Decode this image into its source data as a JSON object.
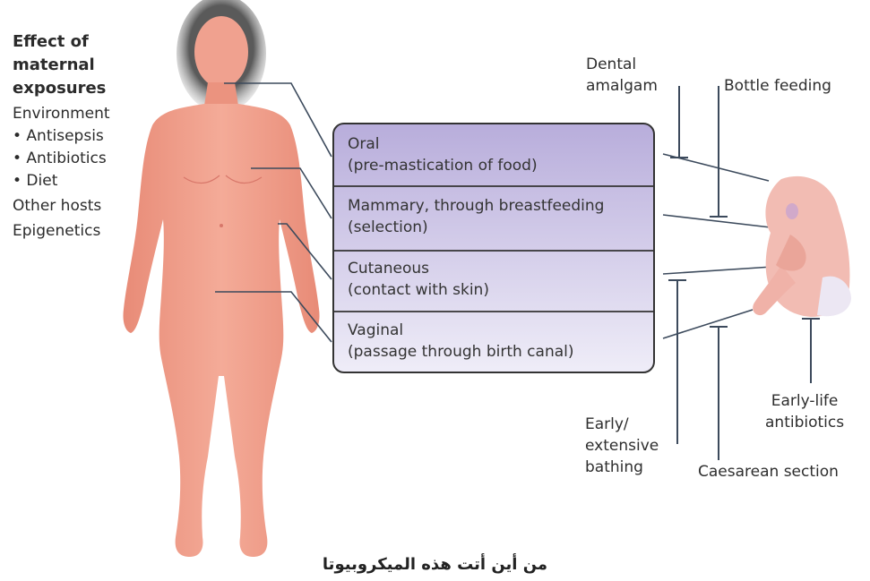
{
  "left_panel": {
    "title_lines": [
      "Effect of",
      "maternal",
      "exposures"
    ],
    "items": [
      "Environment",
      "• Antisepsis",
      "• Antibiotics",
      "• Diet",
      "Other hosts",
      "Epigenetics"
    ]
  },
  "routes": [
    {
      "name": "Oral",
      "detail": "(pre-mastication of food)"
    },
    {
      "name": "Mammary, through breastfeeding",
      "detail": "(selection)"
    },
    {
      "name": "Cutaneous",
      "detail": "(contact with skin)"
    },
    {
      "name": "Vaginal",
      "detail": "(passage through birth canal)"
    }
  ],
  "factors": {
    "dental_amalgam": [
      "Dental",
      "amalgam"
    ],
    "bottle_feeding": "Bottle feeding",
    "early_bathing": [
      "Early/",
      "extensive",
      "bathing"
    ],
    "caesarean": "Caesarean section",
    "early_antibiotics": [
      "Early-life",
      "antibiotics"
    ]
  },
  "caption": "من أين أتت هذه الميكروبيوتا",
  "colors": {
    "skin": "#f0a08e",
    "skin_shade": "#e3826f",
    "hair": "#6b6b6b",
    "box_top": "#bdb3dd",
    "box_bottom": "#eceaf6",
    "box_border": "#3a3a3a",
    "line": "#3c4a5c"
  }
}
